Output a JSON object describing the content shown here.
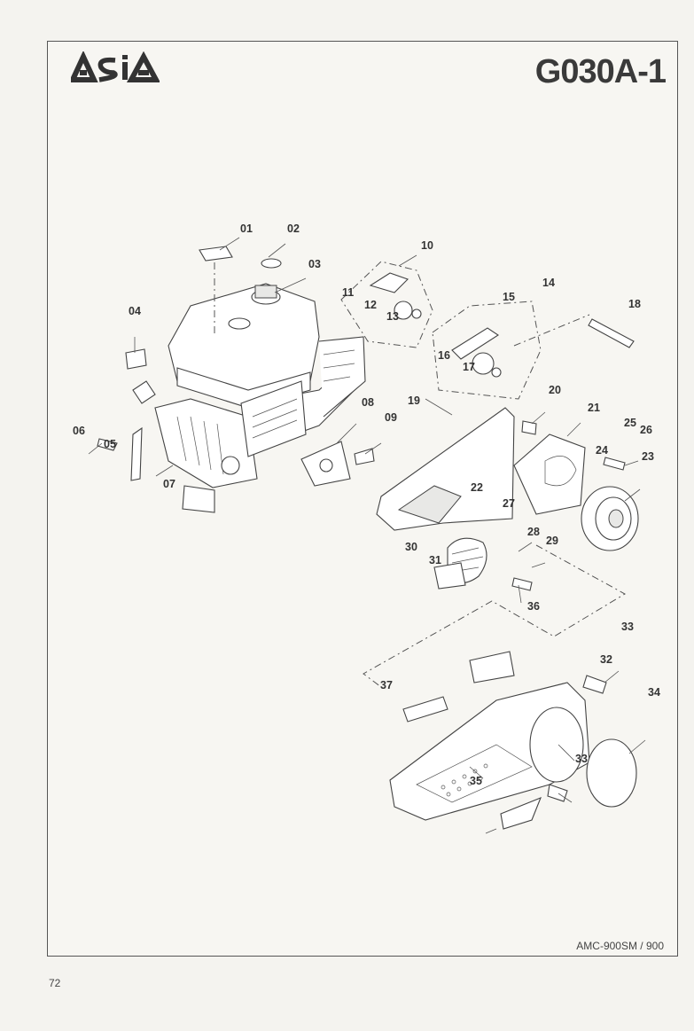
{
  "header": {
    "logo_text": "ASIA",
    "model_code": "G030A-1"
  },
  "footer": {
    "model_name": "AMC-900SM / 900",
    "page_number": "72"
  },
  "callouts": [
    "01",
    "02",
    "03",
    "04",
    "05",
    "06",
    "07",
    "08",
    "09",
    "10",
    "11",
    "12",
    "13",
    "14",
    "15",
    "16",
    "17",
    "18",
    "19",
    "20",
    "21",
    "22",
    "23",
    "24",
    "25",
    "26",
    "27",
    "28",
    "29",
    "30",
    "31",
    "32",
    "33",
    "33",
    "34",
    "35",
    "36",
    "37"
  ]
}
